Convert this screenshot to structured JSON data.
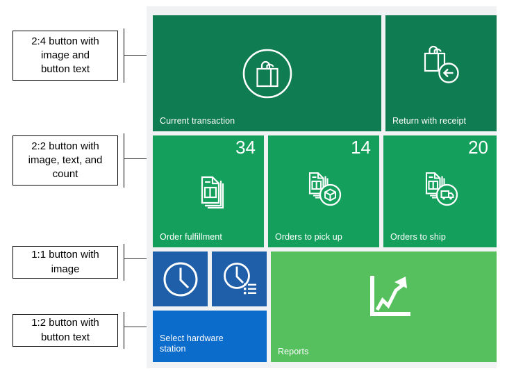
{
  "annotations": [
    {
      "id": "callout-2-4",
      "lines": [
        "2:4 button with",
        "image and",
        "button text"
      ]
    },
    {
      "id": "callout-2-2",
      "lines": [
        "2:2 button with",
        "image, text, and",
        "count"
      ]
    },
    {
      "id": "callout-1-1",
      "lines": [
        "1:1 button with",
        "image"
      ]
    },
    {
      "id": "callout-1-2",
      "lines": [
        "1:2 button with",
        "button text"
      ]
    }
  ],
  "annotation_text": {
    "a24": "2:4 button with\nimage and\nbutton text",
    "a22": "2:2 button with\nimage, text, and\ncount",
    "a11": "1:1 button with\nimage",
    "a12": "1:2 button with\nbutton text"
  },
  "panel": {
    "background_color": "#f0f2f4"
  },
  "tiles": [
    {
      "key": "current_transaction",
      "label": "Current transaction",
      "count": "",
      "icon": "shopping-bag-circle-icon",
      "color": "#107c51",
      "size": "2:4"
    },
    {
      "key": "return_with_receipt",
      "label": "Return with receipt",
      "count": "",
      "icon": "shopping-bag-return-icon",
      "color": "#107c51",
      "size": "2:2"
    },
    {
      "key": "order_fulfillment",
      "label": "Order fulfillment",
      "count": "34",
      "icon": "documents-stack-icon",
      "color": "#14a05c",
      "size": "2:2"
    },
    {
      "key": "orders_to_pick_up",
      "label": "Orders to pick up",
      "count": "14",
      "icon": "documents-package-icon",
      "color": "#14a05c",
      "size": "2:2"
    },
    {
      "key": "orders_to_ship",
      "label": "Orders to ship",
      "count": "20",
      "icon": "documents-truck-icon",
      "color": "#14a05c",
      "size": "2:2"
    },
    {
      "key": "time_clock",
      "label": "",
      "count": "",
      "icon": "clock-icon",
      "color": "#1f5fa9",
      "size": "1:1"
    },
    {
      "key": "time_clock_entries",
      "label": "",
      "count": "",
      "icon": "clock-list-icon",
      "color": "#1f5fa9",
      "size": "1:1"
    },
    {
      "key": "select_hardware_station",
      "label": "Select hardware\nstation",
      "count": "",
      "icon": "",
      "color": "#0c6ccb",
      "size": "1:2"
    },
    {
      "key": "reports",
      "label": "Reports",
      "count": "",
      "icon": "chart-growth-icon",
      "color": "#57c05e",
      "size": "2:4"
    }
  ],
  "tile_labels": {
    "current_transaction": "Current transaction",
    "return_with_receipt": "Return with receipt",
    "order_fulfillment": "Order fulfillment",
    "orders_to_pick_up": "Orders to pick up",
    "orders_to_ship": "Orders to ship",
    "select_hardware_station": "Select hardware\nstation",
    "reports": "Reports"
  },
  "tile_counts": {
    "order_fulfillment": "34",
    "orders_to_pick_up": "14",
    "orders_to_ship": "20"
  },
  "colors": {
    "dark_green": "#107c51",
    "green": "#14a05c",
    "light_green": "#57c05e",
    "dark_blue": "#1f5fa9",
    "blue": "#0c6ccb",
    "panel_gray": "#f0f2f4",
    "text_white": "#ffffff",
    "callout_border": "#000000",
    "leader_line": "#333333"
  }
}
